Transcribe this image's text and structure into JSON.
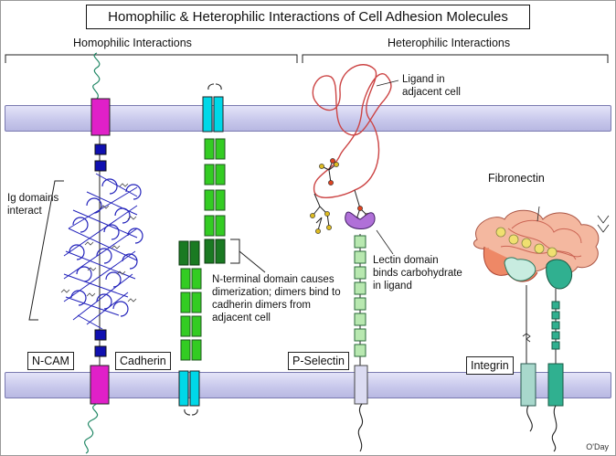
{
  "title": "Homophilic & Heterophilic Interactions of Cell Adhesion Molecules",
  "sections": {
    "homophilic": "Homophilic Interactions",
    "heterophilic": "Heterophilic Interactions"
  },
  "annotations": {
    "ligand_line1": "Ligand in",
    "ligand_line2": "adjacent cell",
    "ig_line1": "Ig domains",
    "ig_line2": "interact",
    "nterm_line1": "N-terminal domain causes",
    "nterm_line2": "dimerization; dimers bind to",
    "nterm_line3": "cadherin dimers from",
    "nterm_line4": "adjacent cell",
    "lectin_line1": "Lectin domain",
    "lectin_line2": "binds carbohydrate",
    "lectin_line3": "in ligand",
    "fibronectin": "Fibronectin"
  },
  "molecules": {
    "ncam": "N-CAM",
    "cadherin": "Cadherin",
    "pselectin": "P-Selectin",
    "integrin": "Integrin"
  },
  "credit": "O'Day",
  "colors": {
    "ncam_tm": "#e020c8",
    "ncam_ig": "#1010b0",
    "cadherin_tm": "#00d8e8",
    "cadherin_domain": "#33cc22",
    "cadherin_nterm": "#1a7a22",
    "pselectin_domain": "#b8e8b0",
    "lectin": "#b070d8",
    "ligand": "#d04848",
    "integrin_a": "#a8d8cc",
    "integrin_b": "#30b090",
    "membrane": "#c8c8ec"
  }
}
